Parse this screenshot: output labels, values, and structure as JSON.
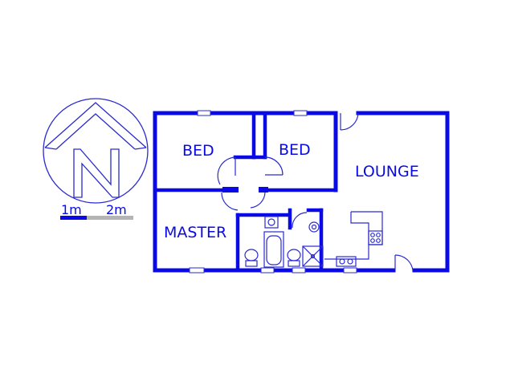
{
  "rooms": {
    "bed_1": "BED",
    "bed_2": "BED",
    "lounge": "LOUNGE",
    "master": "MASTER"
  },
  "scale_bar": {
    "label_1": "1m",
    "label_2": "2m"
  },
  "compass": {
    "letter": "N",
    "icon": "north-arrow-icon"
  },
  "colors": {
    "wall": "#0a0ae6",
    "line": "#2a2ad0",
    "scale_light": "#b4b4b4"
  }
}
